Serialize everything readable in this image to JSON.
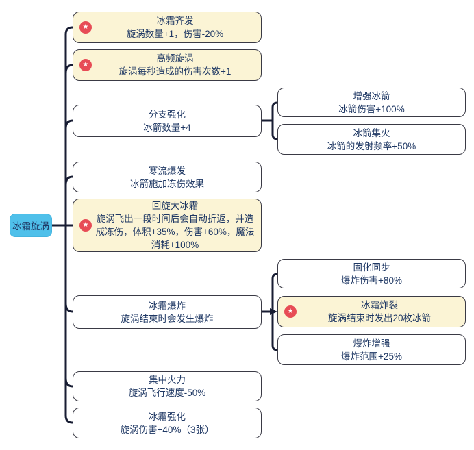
{
  "root": {
    "label": "冰霜旋涡"
  },
  "icons": {
    "star": "★"
  },
  "colors": {
    "node_highlight_bg": "#FBF4D5",
    "node_default_bg": "#FFFFFF",
    "node_border": "#3A3A45",
    "node_text": "#1F3864",
    "root_bg": "#4FC0EA",
    "star_badge": "#E74C56",
    "connector": "#181D33"
  },
  "branches": [
    {
      "title": "冰霜齐发",
      "desc": "旋涡数量+1，伤害-20%",
      "starred": true
    },
    {
      "title": "高频旋涡",
      "desc": "旋涡每秒造成的伤害次数+1",
      "starred": true
    },
    {
      "title": "分支强化",
      "desc": "冰箭数量+4",
      "starred": false,
      "children": [
        {
          "title": "增强冰箭",
          "desc": "冰箭伤害+100%",
          "starred": false
        },
        {
          "title": "冰箭集火",
          "desc": "冰箭的发射频率+50%",
          "starred": false
        }
      ]
    },
    {
      "title": "寒流爆发",
      "desc": "冰箭施加冻伤效果",
      "starred": false
    },
    {
      "title": "回旋大冰霜",
      "desc": "旋涡飞出一段时间后会自动折返，并造成冻伤，体积+35%，伤害+60%，魔法消耗+100%",
      "starred": true
    },
    {
      "title": "冰霜爆炸",
      "desc": "旋涡结束时会发生爆炸",
      "starred": false,
      "children": [
        {
          "title": "固化同步",
          "desc": "爆炸伤害+80%",
          "starred": false
        },
        {
          "title": "冰霜炸裂",
          "desc": "旋涡结束时发出20枚冰箭",
          "starred": true
        },
        {
          "title": "爆炸增强",
          "desc": "爆炸范围+25%",
          "starred": false
        }
      ]
    },
    {
      "title": "集中火力",
      "desc": "旋涡飞行速度-50%",
      "starred": false
    },
    {
      "title": "冰霜强化",
      "desc": "旋涡伤害+40%（3张）",
      "starred": false
    }
  ]
}
